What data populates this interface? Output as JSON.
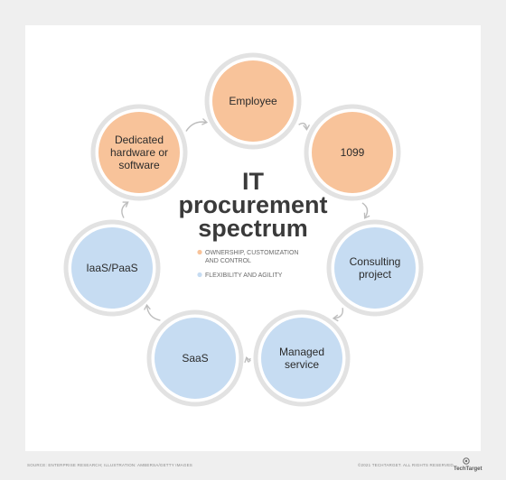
{
  "diagram": {
    "title_lines": [
      "IT",
      "procurement",
      "spectrum"
    ],
    "legend": [
      {
        "lines": [
          "OWNERSHIP, CUSTOMIZATION",
          "AND CONTROL"
        ],
        "color": "#f8c39a"
      },
      {
        "lines": [
          "FLEXIBILITY AND AGILITY"
        ],
        "color": "#c6dcf2"
      }
    ],
    "nodes": [
      {
        "id": "employee",
        "lines": [
          "Employee"
        ],
        "color": "#f8c39a"
      },
      {
        "id": "1099",
        "lines": [
          "1099"
        ],
        "color": "#f8c39a"
      },
      {
        "id": "consulting-project",
        "lines": [
          "Consulting",
          "project"
        ],
        "color": "#c6dcf2"
      },
      {
        "id": "managed-service",
        "lines": [
          "Managed",
          "service"
        ],
        "color": "#c6dcf2"
      },
      {
        "id": "saas",
        "lines": [
          "SaaS"
        ],
        "color": "#c6dcf2"
      },
      {
        "id": "iaas-paas",
        "lines": [
          "IaaS/PaaS"
        ],
        "color": "#c6dcf2"
      },
      {
        "id": "dedicated-hardware",
        "lines": [
          "Dedicated",
          "hardware or",
          "software"
        ],
        "color": "#f8c39a"
      }
    ],
    "cycle_direction": "clockwise"
  },
  "footer": {
    "source": "SOURCE: ENTERPRISE RESEARCH; ILLUSTRATION: AMBERSA/GETTY IMAGES",
    "copyright": "©2021 TECHTARGET. ALL RIGHTS RESERVED",
    "logo_text": "TechTarget"
  },
  "colors": {
    "orange": "#f8c39a",
    "blue": "#c6dcf2",
    "ring": "#e2e2e2",
    "arrow": "#bdbdbd"
  }
}
